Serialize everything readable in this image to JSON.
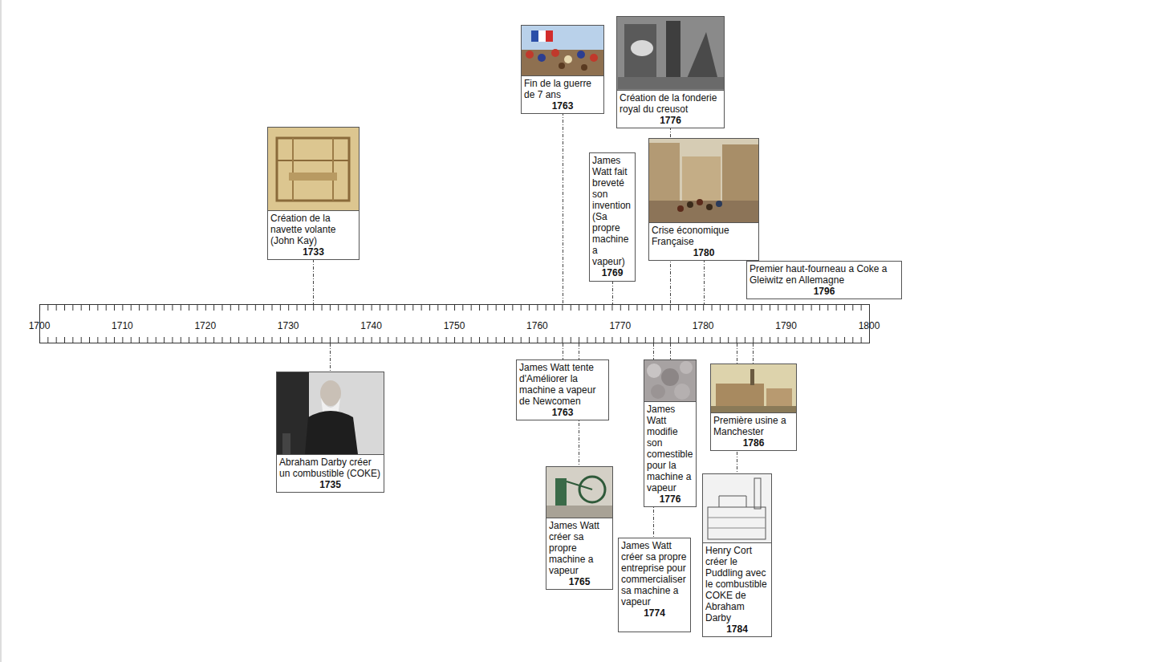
{
  "diagram": {
    "nodes": [
      {
        "text": [
          "Création de la navette volante (John Kay)",
          "1733"
        ]
      },
      {
        "text": [
          "Fin de la guerre de 7 ans",
          "1763"
        ]
      },
      {
        "text": [
          "James Watt fait breveté son invention (Sa propre machine a vapeur)",
          "1769"
        ]
      },
      {
        "text": [
          "Création de la fonderie royal du creusot",
          "1776"
        ]
      },
      {
        "text": [
          "Crise économique Française",
          "1780"
        ]
      },
      {
        "text": [
          "Premier haut-fourneau a Coke a Gleiwitz en Allemagne",
          "1796"
        ]
      },
      {
        "text": [
          "Abraham Darby créer un combustible (COKE)",
          "1735"
        ]
      },
      {
        "text": [
          "James Watt tente d'Améliorer la machine a vapeur de Newcomen",
          "1763"
        ]
      },
      {
        "text": [
          "James Watt créer sa propre machine a vapeur",
          "1765"
        ]
      },
      {
        "text": [
          "James Watt modifie son comestible pour la machine a vapeur",
          "1776"
        ]
      },
      {
        "text": [
          "James Watt créer sa propre entreprise pour commercialiser sa machine a vapeur",
          "1774"
        ]
      },
      {
        "text": [
          "Première usine a Manchester",
          "1786"
        ]
      },
      {
        "text": [
          "Henry Cort créer le Puddling avec le combustible COKE de Abraham Darby",
          "1784"
        ]
      }
    ],
    "labels": [
      "1700",
      "1710",
      "1720",
      "1730",
      "1740",
      "1750",
      "1760",
      "1770",
      "1780",
      "1790",
      "1800"
    ]
  }
}
